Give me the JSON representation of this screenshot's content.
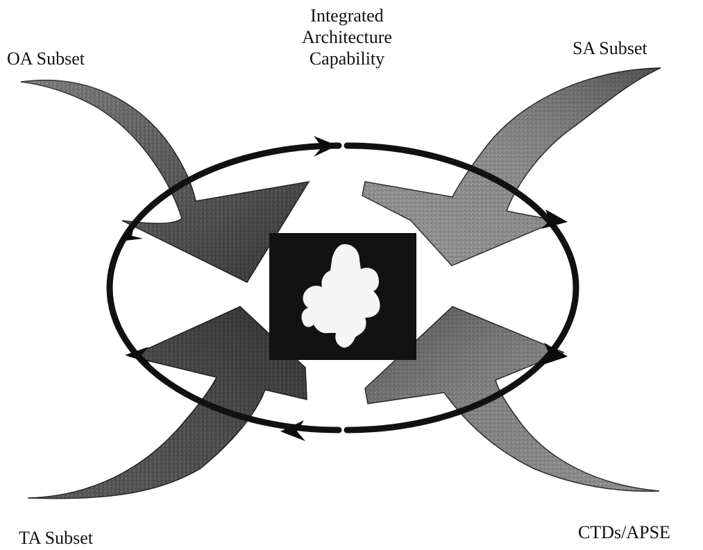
{
  "labels": {
    "center_line1": "Integrated",
    "center_line2": "Architecture",
    "center_line3": "Capability",
    "top_left": "OA Subset",
    "top_right": "SA Subset",
    "bottom_left": "TA Subset",
    "bottom_right": "CTDs/APSE"
  },
  "colors": {
    "arrow_dark": "#3a3a3a",
    "arrow_gray": "#8c8c8c",
    "ring": "#111111",
    "block": "#121212",
    "background": "#ffffff"
  }
}
